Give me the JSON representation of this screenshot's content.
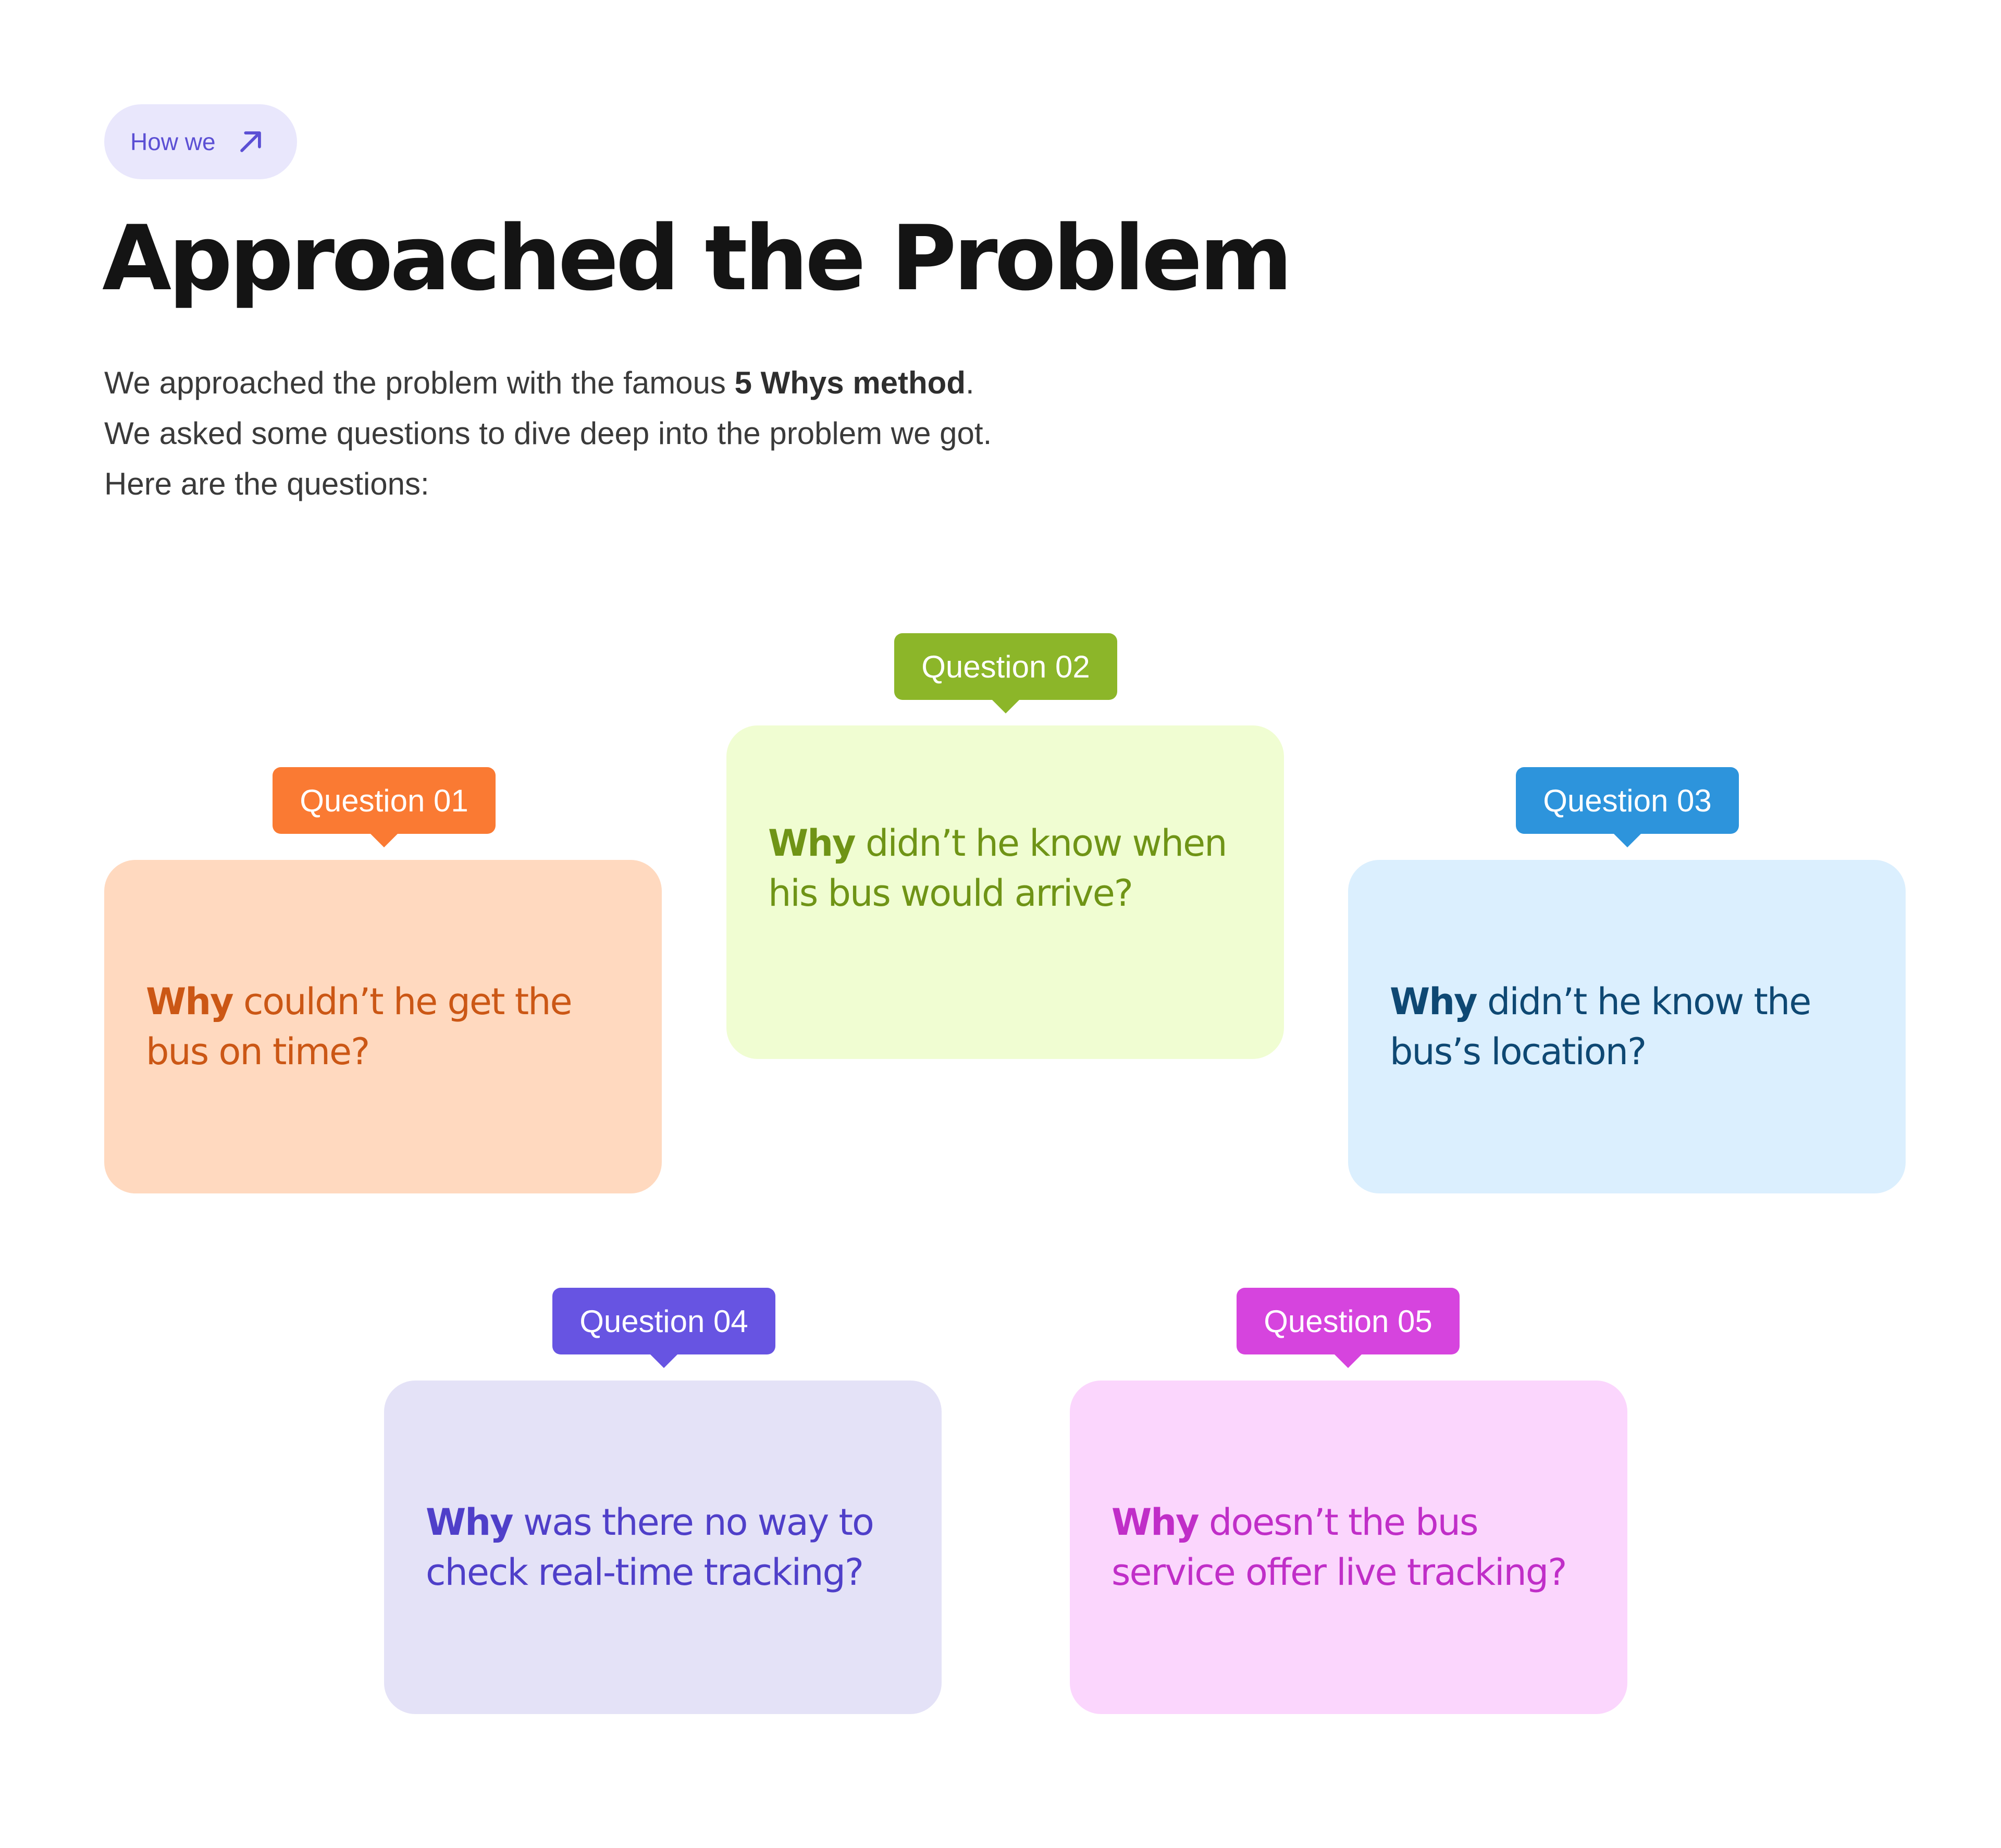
{
  "header": {
    "pill_label": "How we",
    "title": "Approached the Problem",
    "intro_part1": "We approached the problem with the famous ",
    "intro_bold": "5 Whys method",
    "intro_part2": ".",
    "intro_line2": "We asked some questions to dive deep into the problem we got.",
    "intro_line3": "Here are the questions:"
  },
  "questions": [
    {
      "tag": "Question 01",
      "lead": "Why",
      "rest": " couldn’t he get the bus on time?",
      "tag_color": "#fa7a33",
      "card_color": "#ffd9bf",
      "text_color": "#cb5715"
    },
    {
      "tag": "Question 02",
      "lead": "Why",
      "rest": " didn’t he know when his bus would arrive?",
      "tag_color": "#8cb629",
      "card_color": "#f0fdd2",
      "text_color": "#6f9416"
    },
    {
      "tag": "Question 03",
      "lead": "Why",
      "rest": " didn’t he know the bus’s location?",
      "tag_color": "#2d94dc",
      "card_color": "#dbeffe",
      "text_color": "#0e4873"
    },
    {
      "tag": "Question 04",
      "lead": "Why",
      "rest": " was there no way to check real-time tracking?",
      "tag_color": "#6754e2",
      "card_color": "#e4e2f7",
      "text_color": "#4f3fc9"
    },
    {
      "tag": "Question 05",
      "lead": "Why",
      "rest": " doesn’t the bus service offer live tracking?",
      "tag_color": "#d644de",
      "card_color": "#fbd6fd",
      "text_color": "#c02ec8"
    }
  ]
}
